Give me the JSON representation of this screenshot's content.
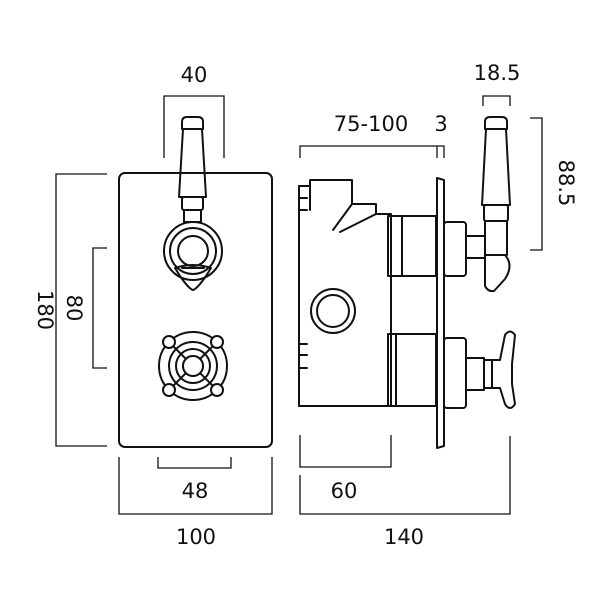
{
  "front_view": {
    "handle_width": "40",
    "total_height": "180",
    "centres": "80",
    "bottom_inner": "48",
    "total_width": "100"
  },
  "side_view": {
    "depth_range": "75-100",
    "plate": "3",
    "handle_thickness": "18.5",
    "handle_height": "88.5",
    "body_depth": "60",
    "total_depth": "140"
  }
}
